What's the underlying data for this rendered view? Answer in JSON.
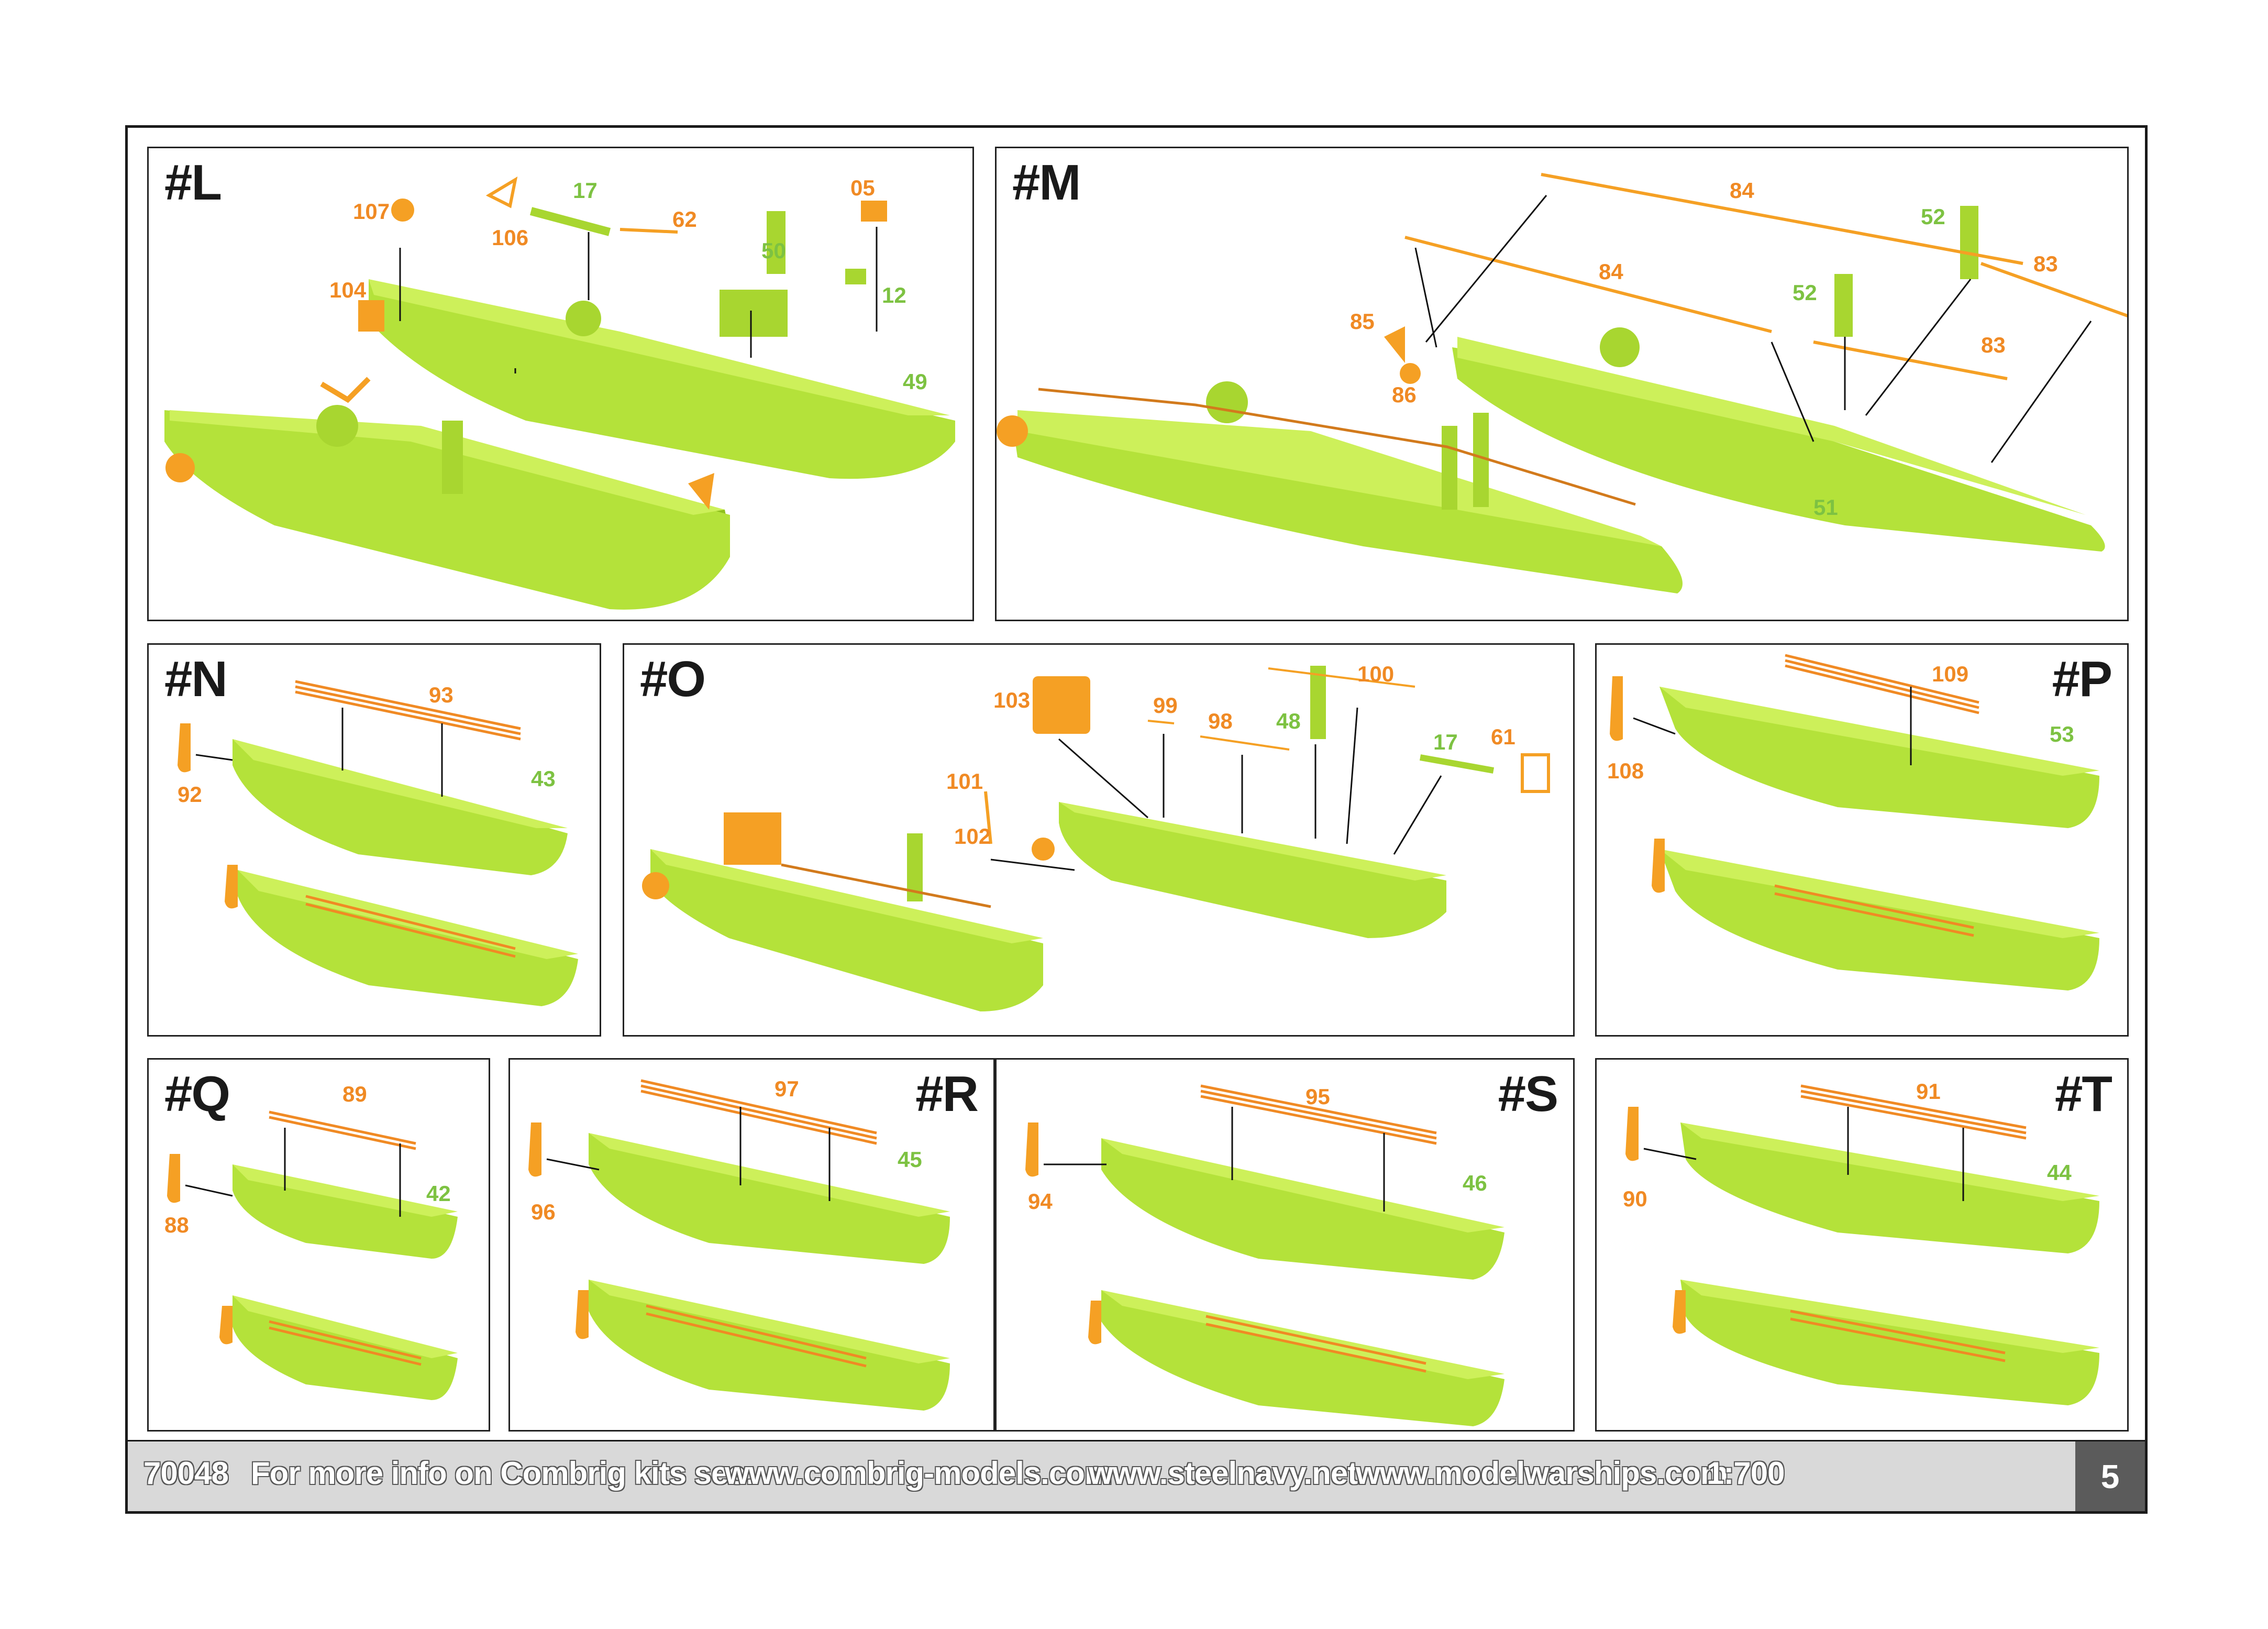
{
  "panels": {
    "L": {
      "title": "#L",
      "labels": {
        "p107": "107",
        "p17": "17",
        "p106": "106",
        "p62": "62",
        "p05": "05",
        "p50": "50",
        "p104": "104",
        "p12": "12",
        "p49": "49"
      }
    },
    "M": {
      "title": "#M",
      "labels": {
        "p84a": "84",
        "p52a": "52",
        "p84b": "84",
        "p83a": "83",
        "p52b": "52",
        "p85": "85",
        "p83b": "83",
        "p86": "86",
        "p51": "51"
      }
    },
    "N": {
      "title": "#N",
      "labels": {
        "p93": "93",
        "p92": "92",
        "p43": "43"
      }
    },
    "O": {
      "title": "#O",
      "labels": {
        "p103": "103",
        "p100": "100",
        "p99": "99",
        "p48": "48",
        "p98": "98",
        "p17": "17",
        "p61": "61",
        "p101": "101",
        "p102": "102"
      }
    },
    "P": {
      "title": "#P",
      "labels": {
        "p109": "109",
        "p108": "108",
        "p53": "53"
      }
    },
    "Q": {
      "title": "#Q",
      "labels": {
        "p89": "89",
        "p42": "42",
        "p88": "88"
      }
    },
    "R": {
      "title": "#R",
      "labels": {
        "p97": "97",
        "p45": "45",
        "p96": "96"
      }
    },
    "S": {
      "title": "#S",
      "labels": {
        "p95": "95",
        "p46": "46",
        "p94": "94"
      }
    },
    "T": {
      "title": "#T",
      "labels": {
        "p91": "91",
        "p44": "44",
        "p90": "90"
      }
    }
  },
  "footer": {
    "kit_number": "70048",
    "info_text": "For more info on Combrig kits see:",
    "site1": "www.combrig-models.com",
    "site2": "www.steelnavy.net",
    "site3": "www.modelwarships.com",
    "scale": "1:700",
    "page_number": "5"
  },
  "colors": {
    "hull_green": "#b4e23a",
    "part_orange": "#f5a024",
    "label_orange": "#f08a24",
    "label_green": "#7dc242",
    "footer_bg": "#d9d9d9",
    "page_box": "#5b5b5b"
  }
}
